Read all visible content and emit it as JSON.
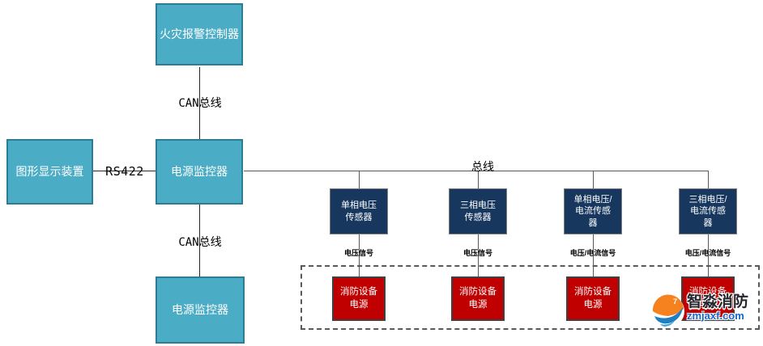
{
  "colors": {
    "cyan_fill": "#4BACC6",
    "cyan_border": "#2E7C93",
    "navy_fill": "#17375E",
    "navy_border": "#7F7F7F",
    "red_fill": "#C00000",
    "red_border": "#404040",
    "connector_dark": "#262626",
    "connector_gray": "#595959",
    "dashed_border": "#595959",
    "watermark_orange": "#F5821F",
    "watermark_blue": "#1E7FC2",
    "watermark_site_blue": "#1667C9"
  },
  "nodes": {
    "fire_alarm_controller": {
      "label": "火灾报警控制器"
    },
    "graphic_display": {
      "label": "图形显示装置"
    },
    "power_monitor_mid": {
      "label": "电源监控器"
    },
    "power_monitor_bottom": {
      "label": "电源监控器"
    },
    "sensors": [
      {
        "label": "单相电压传感器",
        "lines": [
          "单相电压",
          "传感器"
        ]
      },
      {
        "label": "三相电压传感器",
        "lines": [
          "三相电压",
          "传感器"
        ]
      },
      {
        "label": "单相电压/电流传感器",
        "lines": [
          "单相电压/",
          "电流传感",
          "器"
        ]
      },
      {
        "label": "三相电压/电流传感器",
        "lines": [
          "三相电压/",
          "电流传感",
          "器"
        ]
      }
    ],
    "power_supplies": [
      {
        "label": "消防设备电源",
        "lines": [
          "消防设备",
          "电源"
        ]
      },
      {
        "label": "消防设备电源",
        "lines": [
          "消防设备",
          "电源"
        ]
      },
      {
        "label": "消防设备电源",
        "lines": [
          "消防设备",
          "电源"
        ]
      },
      {
        "label": "消防设备电源",
        "lines": [
          "消防设备",
          "电源"
        ]
      }
    ]
  },
  "edge_labels": {
    "can_bus_top": "CAN总线",
    "can_bus_bottom": "CAN总线",
    "rs422": "RS422",
    "bus": "总线",
    "signal_1": "电压信号",
    "signal_2": "电压信号",
    "signal_3": "电压/电流信号",
    "signal_4": "电压/电流信号"
  },
  "watermark": {
    "name": "智淼消防",
    "site": "zmjaxf.com"
  }
}
